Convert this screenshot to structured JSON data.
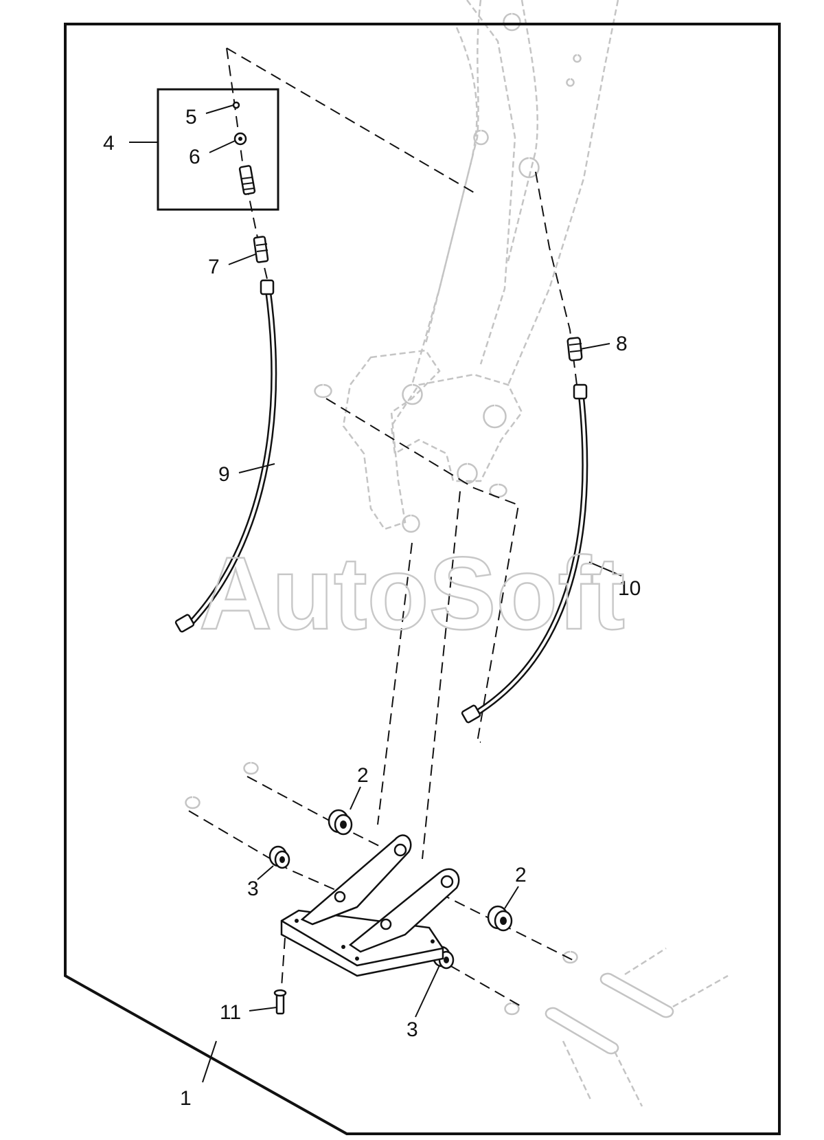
{
  "watermark": "AutoSoft",
  "callouts": {
    "c1": "1",
    "c2a": "2",
    "c2b": "2",
    "c3a": "3",
    "c3b": "3",
    "c4": "4",
    "c5": "5",
    "c6": "6",
    "c7": "7",
    "c8": "8",
    "c9": "9",
    "c10": "10",
    "c11": "11"
  }
}
